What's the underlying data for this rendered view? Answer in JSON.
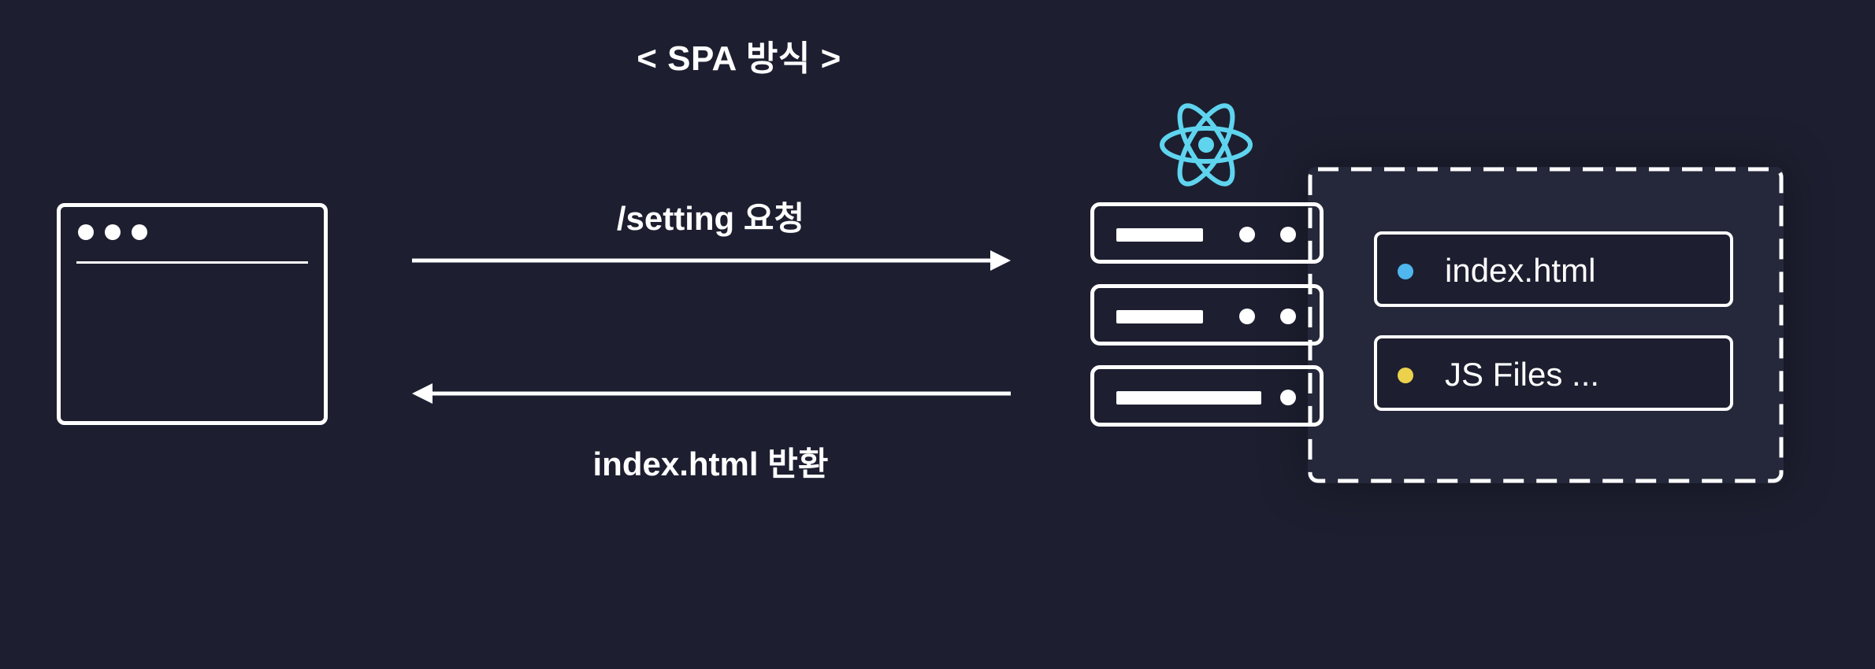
{
  "title": "< SPA 방식 >",
  "request_label": "/setting 요청",
  "response_label": "index.html 반환",
  "react_icon": "react-logo-icon",
  "files": [
    {
      "label": "index.html",
      "color": "#4fb6ee"
    },
    {
      "label": "JS Files ...",
      "color": "#ecd24c"
    }
  ],
  "colors": {
    "background": "#1d1f30",
    "line": "#ffffff",
    "react": "#5fd4ef"
  }
}
